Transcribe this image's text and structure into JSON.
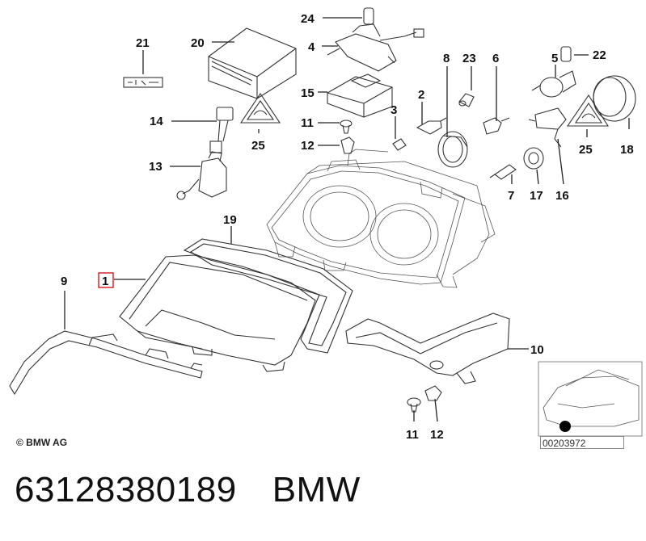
{
  "diagram": {
    "callouts": [
      "24",
      "4",
      "20",
      "21",
      "8",
      "23",
      "6",
      "5",
      "22",
      "15",
      "3",
      "2",
      "11",
      "12",
      "14",
      "25",
      "25",
      "18",
      "13",
      "7",
      "17",
      "16",
      "19",
      "1",
      "9",
      "10",
      "11",
      "12"
    ],
    "highlighted_callout": "1",
    "highlight_color": "#d9262c",
    "copyright": "© BMW AG",
    "reference_code": "00203972",
    "footer_part_number": "63128380189",
    "footer_brand": "BMW"
  }
}
